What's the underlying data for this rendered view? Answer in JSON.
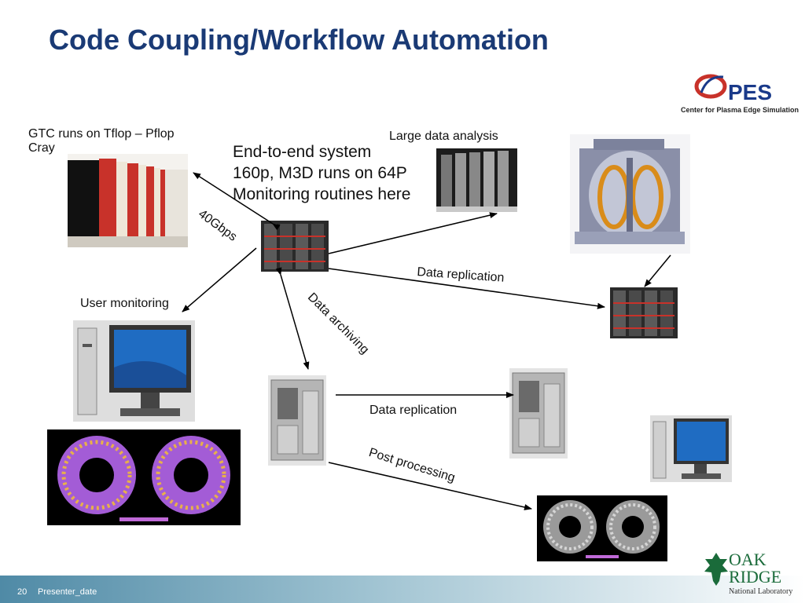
{
  "slide": {
    "title": "Code Coupling/Workflow Automation",
    "labels": {
      "gtc_line1": "GTC runs on Tflop – Pflop",
      "gtc_line2": "Cray",
      "large_data": "Large data analysis",
      "e2e_line1": "End-to-end system",
      "e2e_line2": "160p, M3D runs on 64P",
      "e2e_line3": "Monitoring routines here",
      "link_speed": "40Gbps",
      "data_replication_1": "Data replication",
      "user_monitoring": "User monitoring",
      "data_archiving": "Data archiving",
      "data_replication_2": "Data replication",
      "post_processing": "Post processing"
    },
    "logos": {
      "cpes_letters": "PES",
      "cpes_subtitle": "Center for Plasma Edge Simulation",
      "ornl_line1": "OAK",
      "ornl_line2": "RIDGE",
      "ornl_line3": "National Laboratory"
    },
    "footer": {
      "page_number": "20",
      "presenter": "Presenter_date"
    }
  },
  "colors": {
    "title": "#1a3a75",
    "rack_red": "#c8322a",
    "logo_green": "#1a6b3a",
    "logo_blue": "#1a3a8a"
  }
}
